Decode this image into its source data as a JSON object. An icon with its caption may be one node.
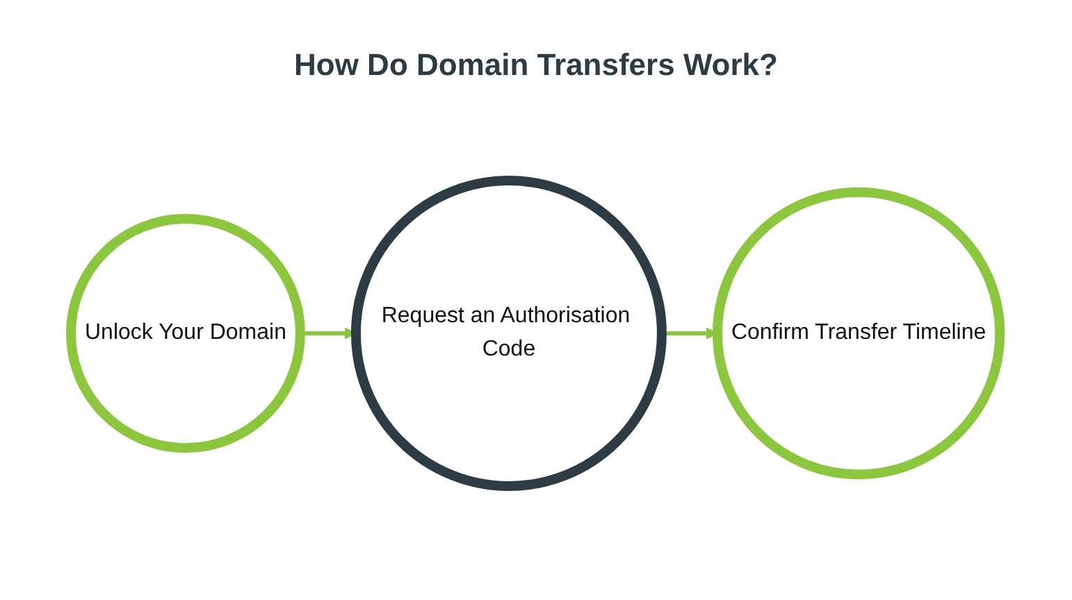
{
  "diagram": {
    "title": "How Do Domain Transfers Work?",
    "nodes": [
      {
        "text": [
          "Unlock Your Domain"
        ]
      },
      {
        "text": [
          "Request an Authorisation Code"
        ]
      },
      {
        "text": [
          "Confirm Transfer Timeline"
        ]
      }
    ],
    "edges": [
      {
        "from": 0,
        "to": 1,
        "arrow": "to"
      },
      {
        "from": 1,
        "to": 2,
        "arrow": "to"
      }
    ]
  }
}
